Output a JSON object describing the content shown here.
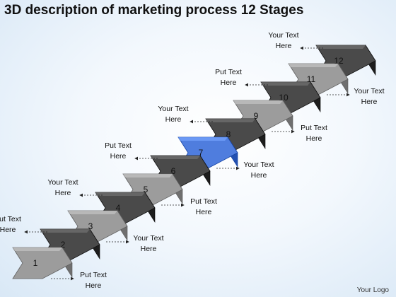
{
  "title": "3D description of marketing process 12 Stages",
  "logo_text": "Your Logo",
  "colors": {
    "dark_step": "#4a4a4a",
    "light_step": "#9c9c9c",
    "highlight_step": "#4f7dde"
  },
  "stages": [
    {
      "number": "1",
      "label": [
        "Put Text",
        "Here"
      ],
      "shade": "light"
    },
    {
      "number": "2",
      "label": [
        "Put Text",
        "Here"
      ],
      "shade": "dark"
    },
    {
      "number": "3",
      "label": [
        "Your Text",
        "Here"
      ],
      "shade": "light"
    },
    {
      "number": "4",
      "label": [
        "Your Text",
        "Here"
      ],
      "shade": "dark"
    },
    {
      "number": "5",
      "label": [
        "Put Text",
        "Here"
      ],
      "shade": "light"
    },
    {
      "number": "6",
      "label": [
        "Put Text",
        "Here"
      ],
      "shade": "dark"
    },
    {
      "number": "7",
      "label": [
        "Your Text",
        "Here"
      ],
      "shade": "highlight"
    },
    {
      "number": "8",
      "label": [
        "Your Text",
        "Here"
      ],
      "shade": "dark"
    },
    {
      "number": "9",
      "label": [
        "Put Text",
        "Here"
      ],
      "shade": "light"
    },
    {
      "number": "10",
      "label": [
        "Put Text",
        "Here"
      ],
      "shade": "dark"
    },
    {
      "number": "11",
      "label": [
        "Your Text",
        "Here"
      ],
      "shade": "light"
    },
    {
      "number": "12",
      "label": [
        "Your Text",
        "Here"
      ],
      "shade": "dark"
    }
  ]
}
